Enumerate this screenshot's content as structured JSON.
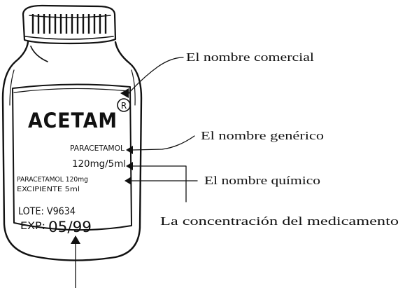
{
  "bottle": {
    "brand": "ACETAM",
    "registered_mark": "R",
    "generic_line1": "PARACETAMOL",
    "generic_line2": "120mg/5ml",
    "chemical_line1": "PARACETAMOL 120mg",
    "chemical_line2": "EXCIPIENTE 5ml",
    "lot": "LOTE: V9634",
    "expiry_label": "EXP:",
    "expiry_value": "05/99"
  },
  "callouts": {
    "commercial_name": "El nombre comercial",
    "generic_name": "El nombre genérico",
    "chemical_name": "El nombre químico",
    "concentration": "La concentración del medicamento"
  }
}
